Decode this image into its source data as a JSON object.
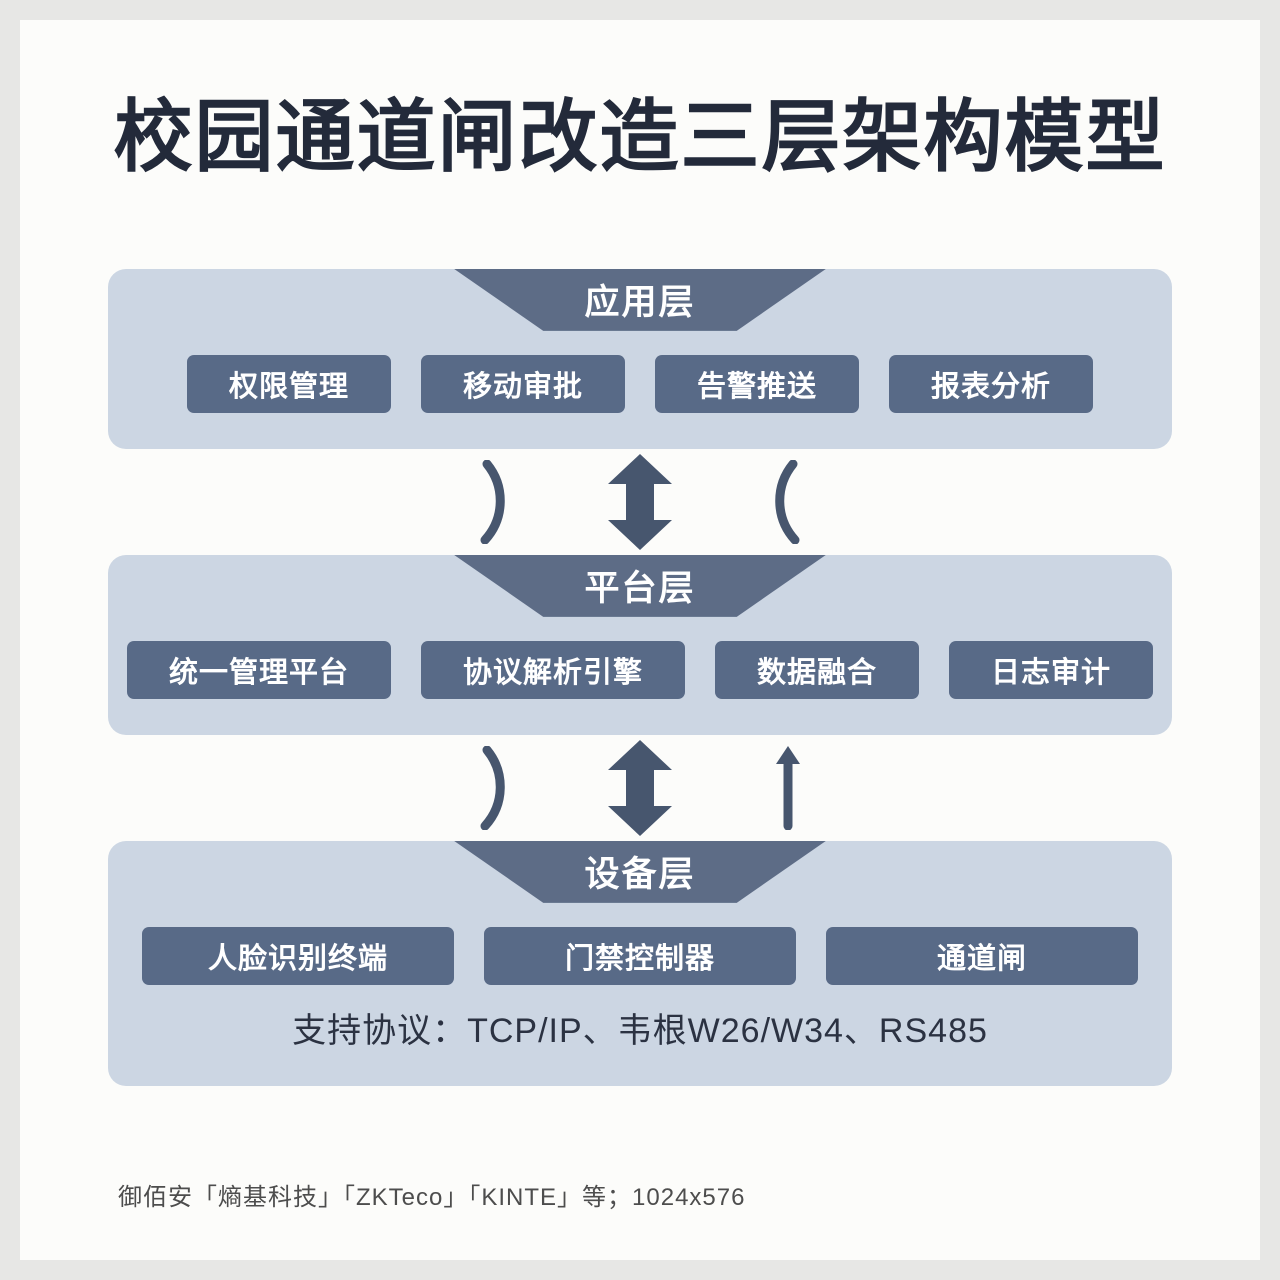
{
  "page": {
    "title": "校园通道闸改造三层架构模型",
    "footer": "御佰安「熵基科技」「ZKTeco」「KINTE」等；1024x576"
  },
  "layers": [
    {
      "name": "应用层",
      "items": [
        "权限管理",
        "移动审批",
        "告警推送",
        "报表分析"
      ]
    },
    {
      "name": "平台层",
      "items": [
        "统一管理平台",
        "协议解析引擎",
        "数据融合",
        "日志审计"
      ]
    },
    {
      "name": "设备层",
      "items": [
        "人脸识别终端",
        "门禁控制器",
        "通道闸"
      ],
      "note": "支持协议：TCP/IP、韦根W26/W34、RS485"
    }
  ],
  "icons": {
    "between_layers": [
      "curve-down-icon",
      "double-arrow-icon",
      "curve-up-icon"
    ]
  },
  "colors": {
    "page_background": "#e7e7e5",
    "card_background": "#fcfcfa",
    "panel_background": "#ccd6e3",
    "header_trapezoid": "#5d6c86",
    "item_box": "#586a87",
    "title_text": "#232a3a",
    "box_text": "#ffffff",
    "note_text": "#2b3242",
    "footer_text": "#4d4d4d"
  }
}
